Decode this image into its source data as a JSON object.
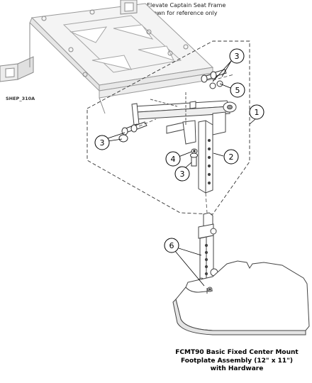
{
  "reference_note": {
    "line1": "Elevate Captain Seat Frame",
    "line2": "shown for reference only"
  },
  "figure_id": "SHEP_310A",
  "callouts": [
    "1",
    "2",
    "3",
    "4",
    "5",
    "6"
  ],
  "caption": {
    "line1": "FCMT90 Basic Fixed Center Mount",
    "line2": "Footplate Assembly (12\" x 11\")",
    "line3": "with Hardware"
  }
}
